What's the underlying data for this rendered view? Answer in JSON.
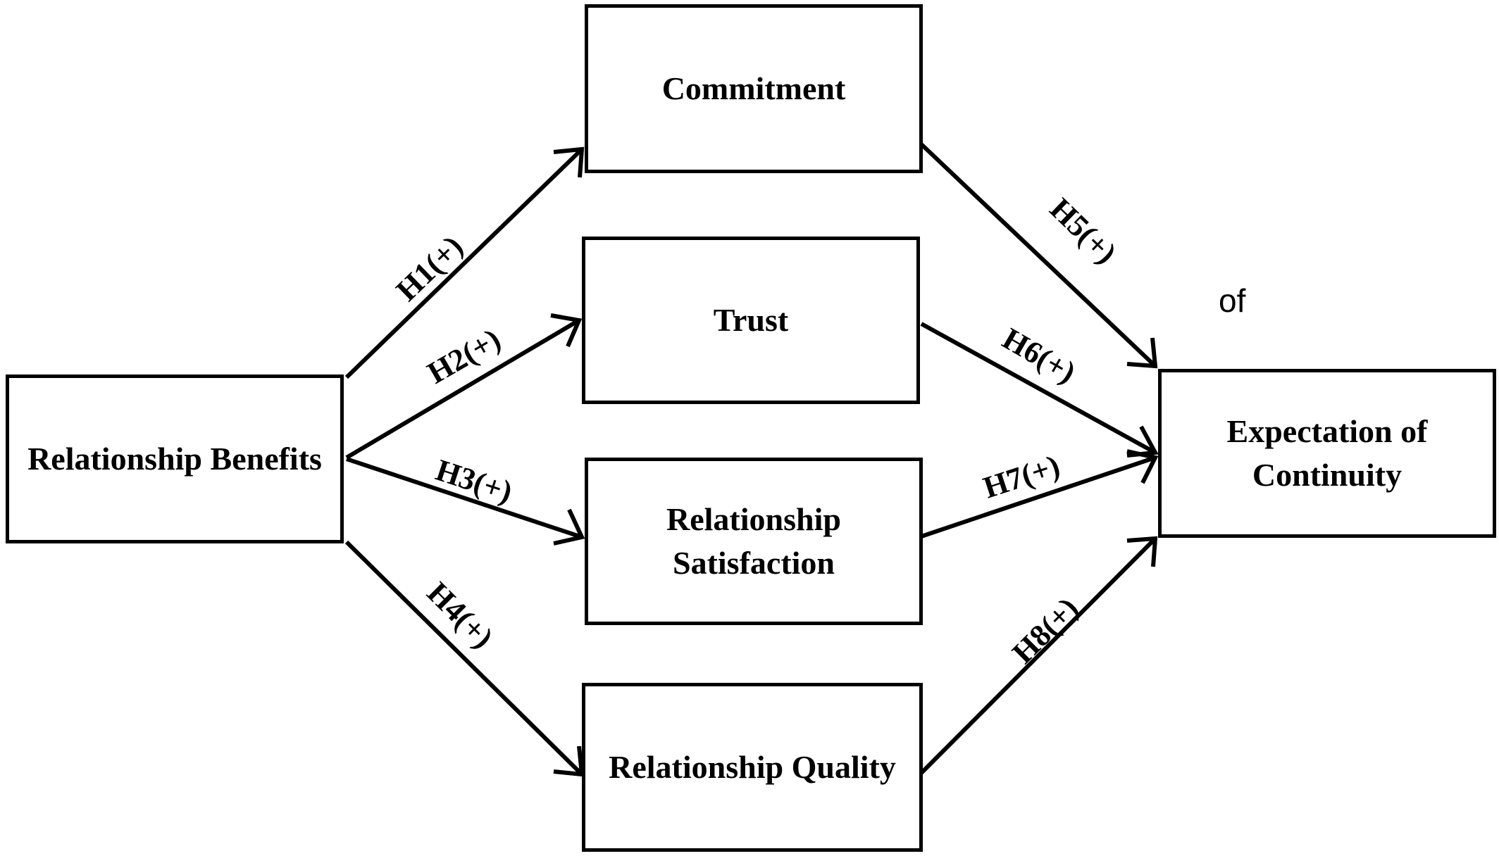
{
  "nodes": {
    "relationship_benefits": {
      "lines": [
        "Relationship Benefits"
      ]
    },
    "commitment": {
      "lines": [
        "Commitment"
      ]
    },
    "trust": {
      "lines": [
        "Trust"
      ]
    },
    "relationship_satisfaction": {
      "lines": [
        "Relationship",
        "Satisfaction"
      ]
    },
    "relationship_quality": {
      "lines": [
        "Relationship Quality"
      ]
    },
    "expectation_of_continuity": {
      "lines": [
        "Expectation of",
        "Continuity"
      ]
    }
  },
  "edges": [
    {
      "id": "h1",
      "from": "Relationship Benefits",
      "to": "Commitment",
      "label": "H1(+)"
    },
    {
      "id": "h2",
      "from": "Relationship Benefits",
      "to": "Trust",
      "label": "H2(+)"
    },
    {
      "id": "h3",
      "from": "Relationship Benefits",
      "to": "Relationship Satisfaction",
      "label": "H3(+)"
    },
    {
      "id": "h4",
      "from": "Relationship Benefits",
      "to": "Relationship Quality",
      "label": "H4(+)"
    },
    {
      "id": "h5",
      "from": "Commitment",
      "to": "Expectation of Continuity",
      "label": "H5(+)"
    },
    {
      "id": "h6",
      "from": "Trust",
      "to": "Expectation of Continuity",
      "label": "H6(+)"
    },
    {
      "id": "h7",
      "from": "Relationship Satisfaction",
      "to": "Expectation of Continuity",
      "label": "H7(+)"
    },
    {
      "id": "h8",
      "from": "Relationship Quality",
      "to": "Expectation of Continuity",
      "label": "H8(+)"
    }
  ],
  "stray_text": "of"
}
